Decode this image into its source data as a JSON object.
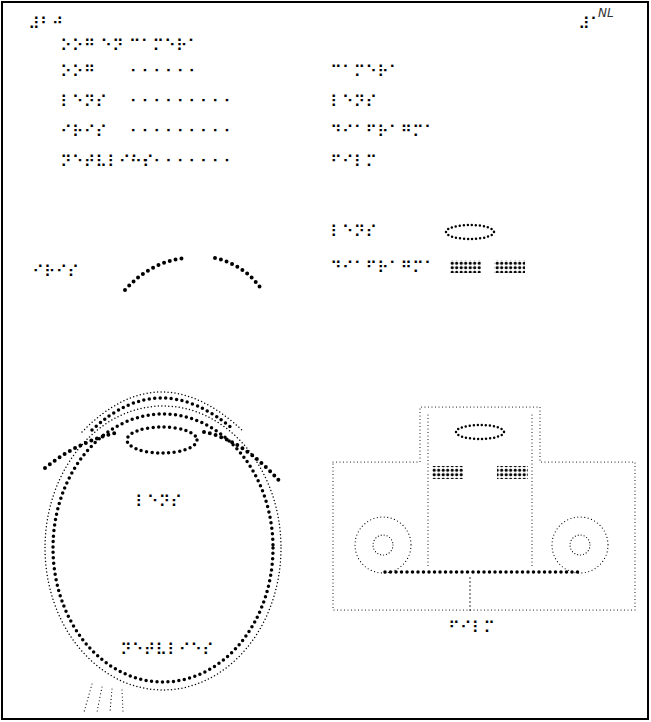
{
  "diagram": {
    "title": "⠕⠕⠛ ⠑⠝ ⠉⠁⠍⠑⠗⠁",
    "labels": [
      "⠼⠃⠚",
      "NL",
      "⠼⠁",
      "⠕⠕⠛",
      "⠐⠐⠐⠐⠐⠐",
      "⠉⠁⠍⠑⠗⠁",
      "⠇⠑⠝⠎",
      "⠐⠐⠐⠐⠐⠐⠐⠐⠐",
      "⠇⠑⠝⠎",
      "⠊⠗⠊⠎",
      "⠐⠐⠐⠐⠐⠐⠐⠐⠐",
      "⠙⠊⠁⠋⠗⠁⠛⠍⠁",
      "⠝⠑⠞⠧⠇⠊⠑⠎",
      "⠐⠐⠐⠐⠐⠐⠐⠐⠐",
      "⠋⠊⠇⠍",
      "⠊⠗⠊⠎",
      "⠇⠑⠝⠎",
      "⠙⠊⠁⠋⠗⠁⠛⠍⠁",
      "⠇⠑⠝⠎",
      "⠝⠑⠞⠧⠇⠊⠑⠎",
      "⠋⠊⠇⠍"
    ]
  }
}
